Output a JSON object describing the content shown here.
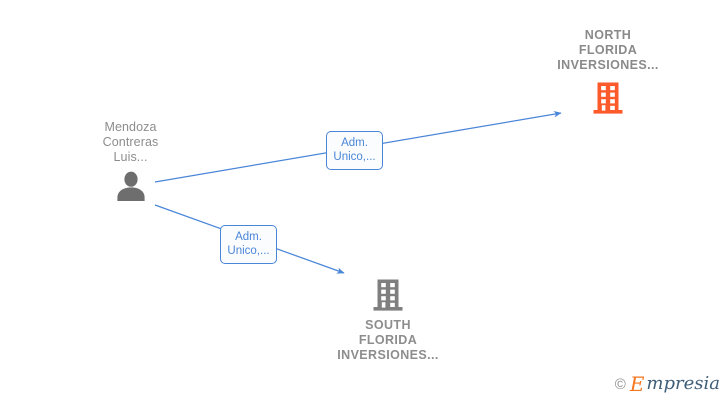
{
  "diagram": {
    "type": "org-relationship-graph",
    "background_color": "#ffffff",
    "colors": {
      "edge_blue": "#4a86d8",
      "company_highlight_orange": "#fc5a2b",
      "company_gray": "#7f7f7f",
      "person_gray": "#6e6e6e",
      "label_gray": "#8d8d8d"
    },
    "nodes": [
      {
        "id": "person",
        "icon": "person-icon",
        "label": "Mendoza\nContreras\nLuis...",
        "kind": "person",
        "color": "#6e6e6e"
      },
      {
        "id": "north",
        "icon": "building-icon",
        "label": "NORTH\nFLORIDA\nINVERSIONES...",
        "kind": "company",
        "color": "#fc5a2b",
        "highlighted": true
      },
      {
        "id": "south",
        "icon": "building-icon",
        "label": "SOUTH\nFLORIDA\nINVERSIONES...",
        "kind": "company",
        "color": "#7f7f7f",
        "highlighted": false
      }
    ],
    "edges": [
      {
        "id": "edge-north",
        "from": "person",
        "to": "north",
        "label": "Adm.\nUnico,...",
        "arrow": "to",
        "color": "#4a86d8"
      },
      {
        "id": "edge-south",
        "from": "person",
        "to": "south",
        "label": "Adm.\nUnico,...",
        "arrow": "to",
        "color": "#4a86d8"
      }
    ]
  },
  "watermark": {
    "copyright": "©",
    "brand_initial": "E",
    "brand_rest": "mpresia"
  }
}
